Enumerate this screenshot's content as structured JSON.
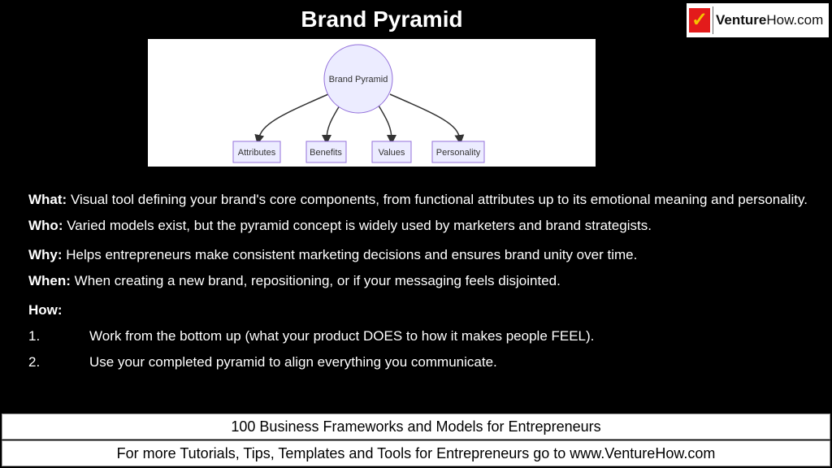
{
  "title": "Brand Pyramid",
  "logo": {
    "text_bold": "Venture",
    "text": "How.com"
  },
  "diagram": {
    "root": "Brand Pyramid",
    "children": [
      "Attributes",
      "Benefits",
      "Values",
      "Personality"
    ]
  },
  "content": {
    "what_label": "What:",
    "what": "Visual tool defining your brand's core components, from functional attributes up to its emotional meaning and personality.",
    "who_label": "Who:",
    "who": "Varied models exist, but the pyramid concept is widely used by marketers and brand strategists.",
    "why_label": "Why:",
    "why": "Helps entrepreneurs make consistent marketing decisions and ensures brand unity over time.",
    "when_label": "When:",
    "when": "When creating a new brand, repositioning, or if your messaging feels disjointed.",
    "how_label": "How:",
    "steps": [
      {
        "n": "1.",
        "text": "Work from the bottom up (what your product DOES to how it makes people FEEL)."
      },
      {
        "n": "2.",
        "text": "Use your completed pyramid to align everything you communicate."
      }
    ]
  },
  "footer": {
    "line1": "100 Business Frameworks and Models for Entrepreneurs",
    "line2": "For more Tutorials, Tips, Templates and Tools for Entrepreneurs go to www.VentureHow.com"
  }
}
